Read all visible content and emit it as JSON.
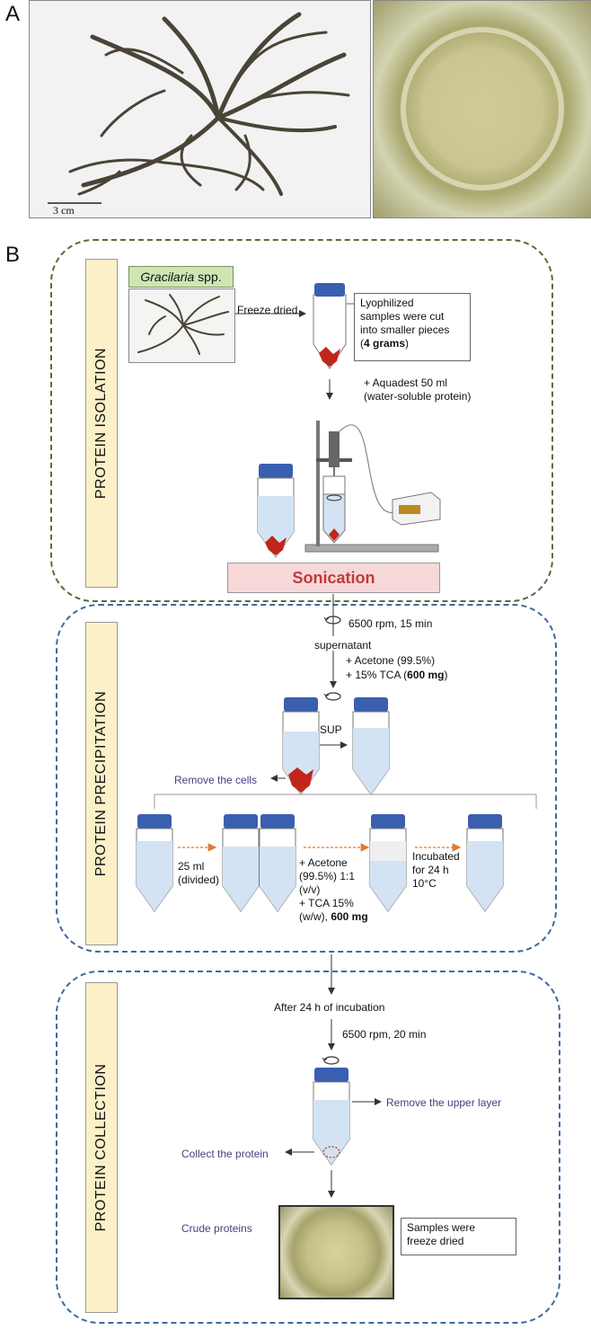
{
  "panels": {
    "a": "A",
    "b": "B"
  },
  "panel_a": {
    "scale_bar": "3 cm"
  },
  "phases": {
    "isolation": "PROTEIN ISOLATION",
    "precipitation": "PROTEIN PRECIPITATION",
    "collection": "PROTEIN COLLECTION"
  },
  "isolation": {
    "species": "Gracilaria",
    "species_suffix": " spp.",
    "freeze_dried": "Freeze dried",
    "callout_line1": "Lyophilized",
    "callout_line2": "samples were cut",
    "callout_line3": "into smaller pieces",
    "callout_open": "(",
    "callout_bold": "4 grams",
    "callout_close": ")",
    "aquadest_line1": "+ Aquadest 50 ml",
    "aquadest_line2": "(water-soluble protein)",
    "sonication": "Sonication"
  },
  "precipitation": {
    "spin": "6500 rpm, 15 min",
    "supernatant": "supernatant",
    "acetone": "+ Acetone (99.5%)",
    "tca_prefix": "+ 15% TCA (",
    "tca_bold": "600 mg",
    "tca_suffix": ")",
    "sup": "SUP",
    "remove_cells": "Remove the cells",
    "divided_line1": "25 ml",
    "divided_line2": "(divided)",
    "step_line1": "+ Acetone",
    "step_line2": "(99.5%) 1:1",
    "step_line3": "(v/v)",
    "step_line4": "+ TCA 15%",
    "step_line5_prefix": "(w/w), ",
    "step_line5_bold": "600 mg",
    "incubated_line1": "Incubated",
    "incubated_line2": "for 24 h",
    "incubated_line3": "10°C"
  },
  "collection": {
    "after_incubation": "After 24 h of incubation",
    "spin": "6500 rpm, 20 min",
    "remove_upper": "Remove the upper layer",
    "collect_protein": "Collect the protein",
    "crude_proteins": "Crude proteins",
    "callout_line1": "Samples were",
    "callout_line2": "freeze dried"
  },
  "colors": {
    "isolation_border": "#5a6b3a",
    "precip_border": "#3f6aa0",
    "collection_border": "#3f6aa0",
    "side_label_bg": "#fbf0c8",
    "species_bg": "#cfe6b4",
    "sonication_bg": "#f6d8d8",
    "sonication_text": "#c23a3a",
    "tube_cap": "#3a5fb0",
    "tube_liquid": "#d3e3f3",
    "algae": "#4a4437",
    "sample_red": "#c0261c",
    "dotted_arrow": "#e07a30"
  }
}
